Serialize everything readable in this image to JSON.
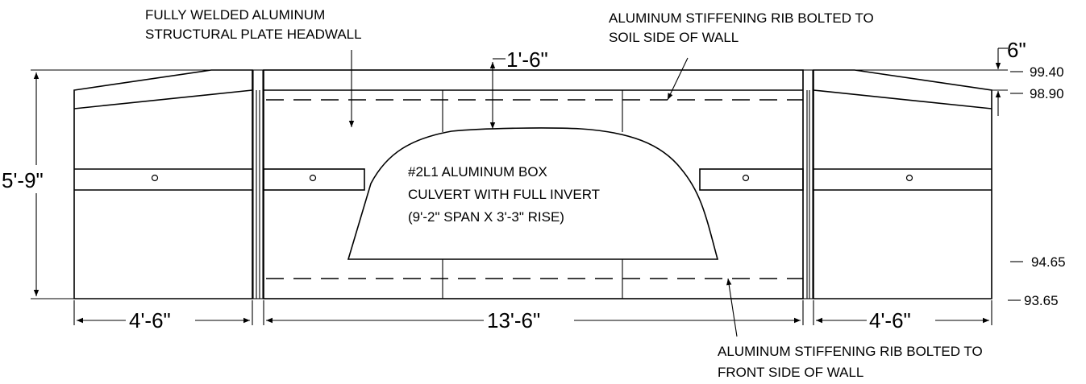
{
  "notes": {
    "headwall": [
      "FULLY WELDED ALUMINUM",
      "STRUCTURAL PLATE HEADWALL"
    ],
    "rib_soil": [
      "ALUMINUM STIFFENING RIB BOLTED TO",
      "SOIL SIDE OF WALL"
    ],
    "culvert": [
      "#2L1 ALUMINUM BOX",
      "CULVERT WITH FULL INVERT",
      "(9'-2\" SPAN X 3'-3\" RISE)"
    ],
    "rib_front": [
      "ALUMINUM STIFFENING RIB BOLTED TO",
      "FRONT SIDE OF WALL"
    ]
  },
  "dimensions": {
    "height": "5'-9\"",
    "top_clearance": "1'-6\"",
    "slope_drop": "6\"",
    "left_wing_width": "4'-6\"",
    "center_width": "13'-6\"",
    "right_wing_width": "4'-6\""
  },
  "elevations": {
    "top": "99.40",
    "top_of_wing": "98.90",
    "invert": "94.65",
    "bottom": "93.65"
  }
}
